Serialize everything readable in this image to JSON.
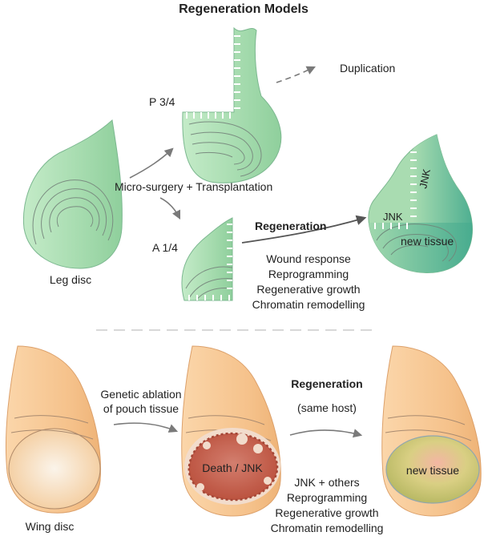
{
  "title": "Regeneration Models",
  "leg": {
    "disc_label": "Leg disc",
    "method": "Micro-surgery + Transplantation",
    "p34_label": "P 3/4",
    "a14_label": "A 1/4",
    "duplication": "Duplication",
    "regeneration": "Regeneration",
    "processes": [
      "Wound response",
      "Reprogramming",
      "Regenerative growth",
      "Chromatin remodelling"
    ],
    "jnk_vertical": "JNK",
    "jnk_horizontal": "JNK",
    "new_tissue": "new tissue"
  },
  "wing": {
    "disc_label": "Wing disc",
    "method_line1": "Genetic ablation",
    "method_line2": "of pouch tissue",
    "regeneration": "Regeneration",
    "same_host": "(same host)",
    "death_label": "Death / JNK",
    "processes": [
      "JNK + others",
      "Reprogramming",
      "Regenerative growth",
      "Chromatin remodelling"
    ],
    "new_tissue": "new tissue"
  },
  "colors": {
    "leg_green": "#a8dcb0",
    "leg_green_dark": "#3ea88a",
    "wing_orange": "#f6c993",
    "death_red": "#c2553e",
    "new_tissue_yellow": "#c8c06a",
    "arrow_gray": "#7a7a7a"
  }
}
